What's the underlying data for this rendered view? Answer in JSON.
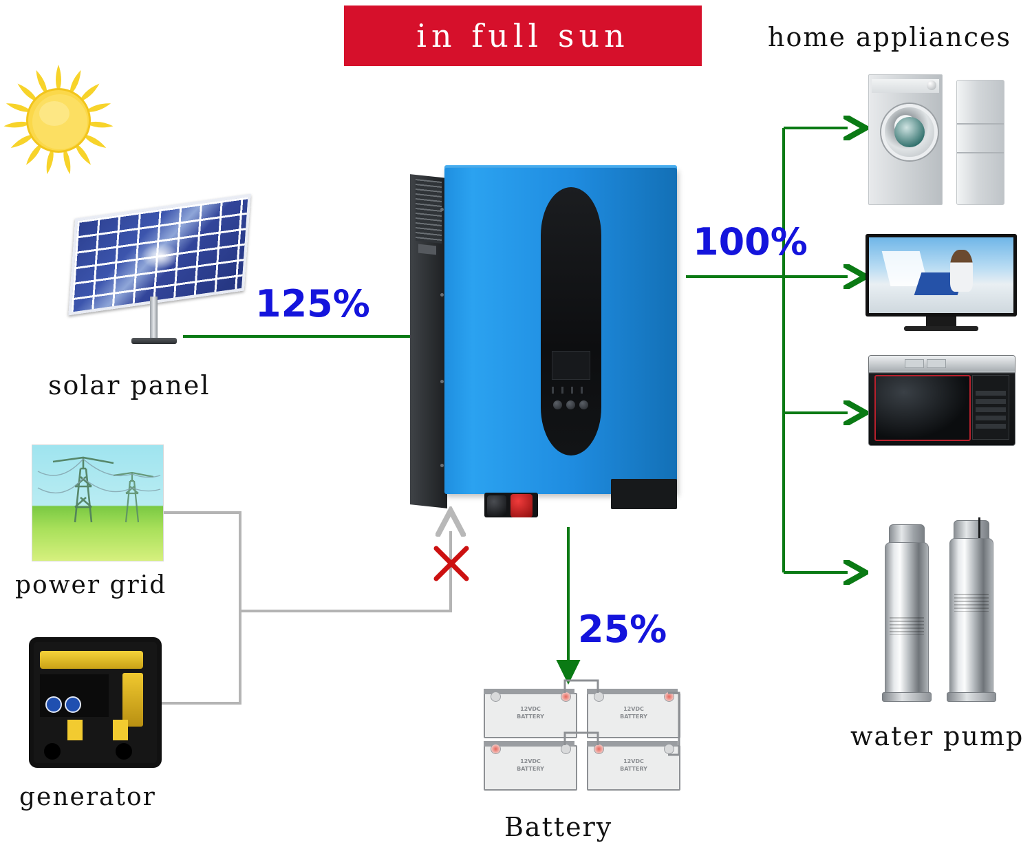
{
  "title": {
    "banner_text": "in full sun",
    "banner_color": "#d6102b",
    "banner_text_color": "#ffffff"
  },
  "colors": {
    "flow_arrow": "#0a7a14",
    "percent_text": "#1414dc",
    "blocked_mark": "#cc1111",
    "disabled_line": "#b4b4b4"
  },
  "sources": [
    {
      "id": "sun",
      "icon": "sun-icon",
      "label": ""
    },
    {
      "id": "solar-panel",
      "icon": "solar-panel-icon",
      "label": "solar panel"
    },
    {
      "id": "power-grid",
      "icon": "power-grid-icon",
      "label": "power grid"
    },
    {
      "id": "generator",
      "icon": "generator-icon",
      "label": "generator"
    }
  ],
  "flows": {
    "solar_to_inverter": {
      "value": "125%",
      "direction": "right",
      "enabled": true
    },
    "inverter_to_loads": {
      "value": "100%",
      "direction": "right",
      "enabled": true
    },
    "inverter_to_battery": {
      "value": "25%",
      "direction": "down",
      "enabled": true
    },
    "grid_to_inverter": {
      "value": "",
      "direction": "up",
      "enabled": false,
      "mark": "x-cross-icon"
    }
  },
  "inverter": {
    "name": "hybrid-solar-inverter",
    "body_color": "#1f8fe0",
    "panel_color": "#121416"
  },
  "battery": {
    "label": "Battery",
    "cells": [
      {
        "line1": "12VDC",
        "line2": "BATTERY"
      },
      {
        "line1": "12VDC",
        "line2": "BATTERY"
      },
      {
        "line1": "12VDC",
        "line2": "BATTERY"
      },
      {
        "line1": "12VDC",
        "line2": "BATTERY"
      }
    ]
  },
  "loads": {
    "group_label": "home appliances",
    "items": [
      {
        "id": "washer-fridge",
        "icon": "washing-machine-icon"
      },
      {
        "id": "television",
        "icon": "television-icon"
      },
      {
        "id": "microwave",
        "icon": "microwave-oven-icon"
      },
      {
        "id": "water-pump",
        "icon": "water-pump-icon",
        "label": "water pump"
      }
    ]
  }
}
